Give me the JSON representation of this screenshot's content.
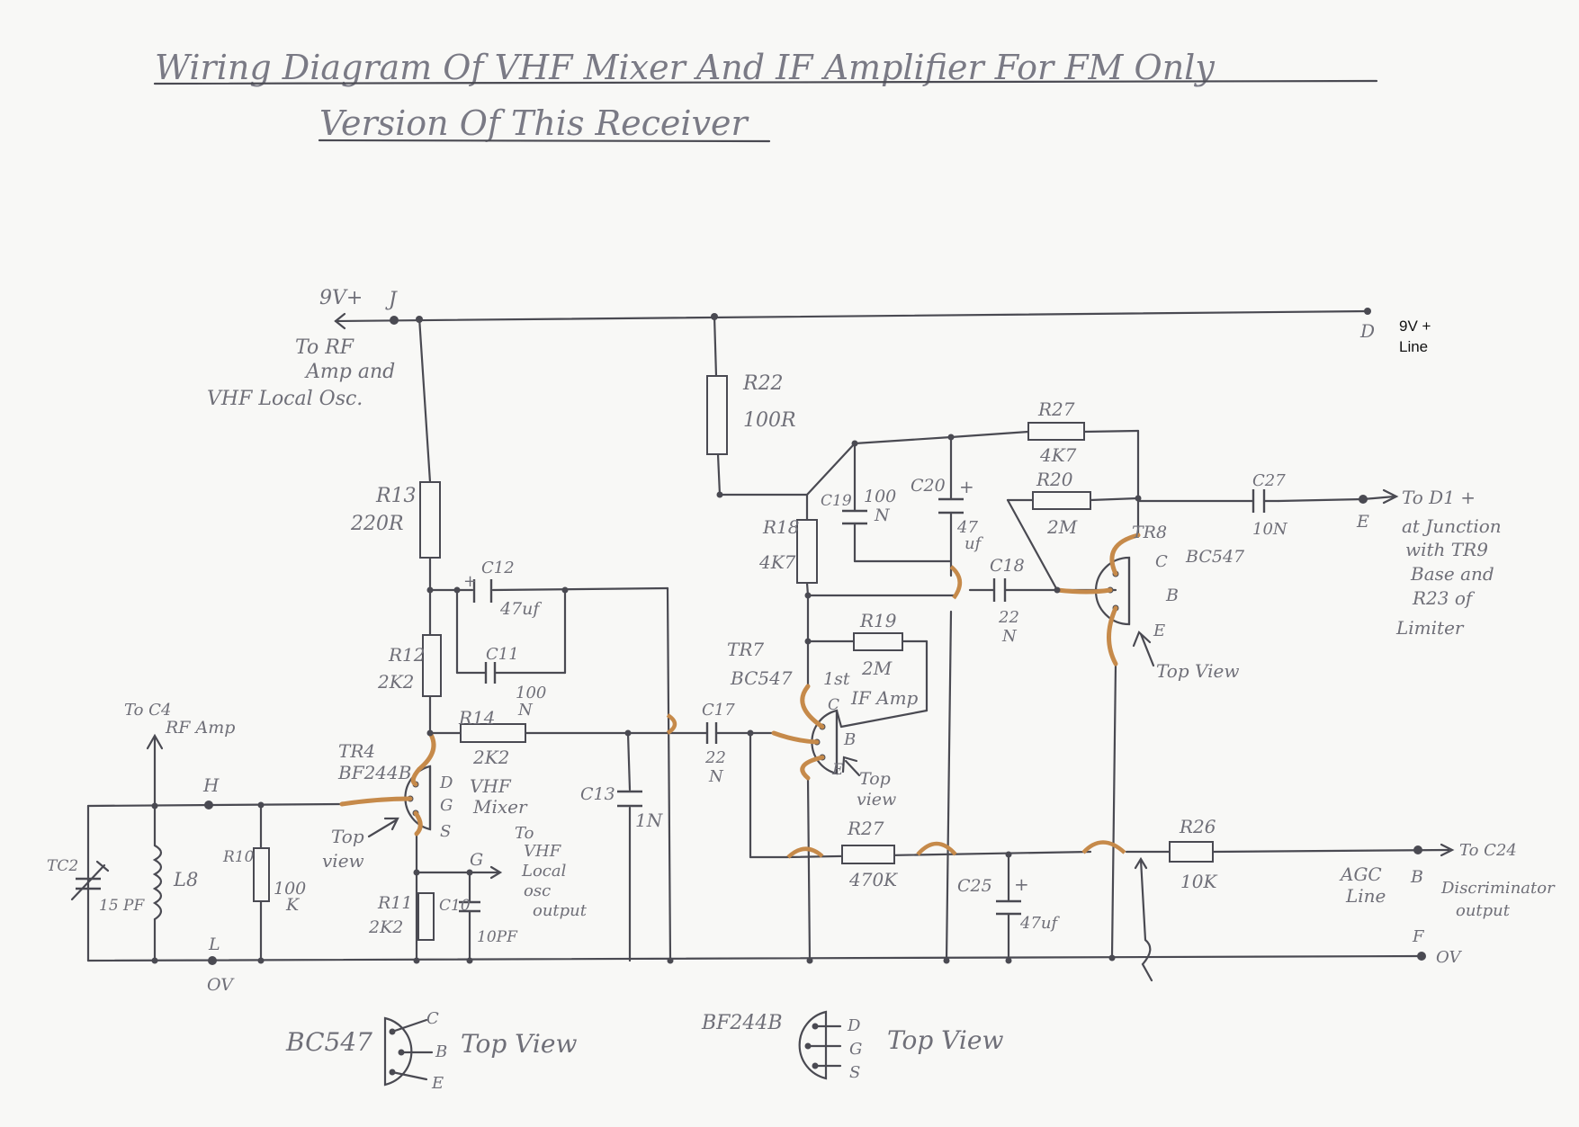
{
  "title": {
    "line1": "Wiring Diagram Of VHF Mixer And IF Amplifier For FM Only",
    "line2": "Version Of This Receiver"
  },
  "supply": {
    "v9_label": "9V+",
    "node_j": "J",
    "to_rf_1": "To RF",
    "to_rf_2": "Amp and",
    "to_rf_3": "VHF Local Osc.",
    "node_d": "D",
    "line_label_1": "9V +",
    "line_label_2": "Line"
  },
  "components": {
    "r22": {
      "ref": "R22",
      "value": "100R"
    },
    "r13": {
      "ref": "R13",
      "value": "220R"
    },
    "r12": {
      "ref": "R12",
      "value": "2K2"
    },
    "r14": {
      "ref": "R14",
      "value": "2K2"
    },
    "r10": {
      "ref": "R10",
      "value_1": "100",
      "value_2": "K"
    },
    "r11": {
      "ref": "R11",
      "value": "2K2"
    },
    "r18": {
      "ref": "R18",
      "value": "4K7"
    },
    "r19": {
      "ref": "R19",
      "value": "2M"
    },
    "r27_top": {
      "ref": "R27",
      "value": "4K7"
    },
    "r20": {
      "ref": "R20",
      "value": "2M"
    },
    "r27_bottom": {
      "ref": "R27",
      "value": "470K"
    },
    "r26": {
      "ref": "R26",
      "value": "10K"
    },
    "c12": {
      "ref": "C12",
      "value": "47uf",
      "plus": "+"
    },
    "c11": {
      "ref": "C11",
      "value_1": "100",
      "value_2": "N"
    },
    "c13": {
      "ref": "C13",
      "value": "1N"
    },
    "c10": {
      "ref": "C10",
      "value": "10PF"
    },
    "c17": {
      "ref": "C17",
      "value_1": "22",
      "value_2": "N"
    },
    "c19": {
      "ref": "C19",
      "value_1": "100",
      "value_2": "N"
    },
    "c20": {
      "ref": "C20",
      "value_1": "47",
      "value_2": "uf",
      "plus": "+"
    },
    "c18": {
      "ref": "C18",
      "value_1": "22",
      "value_2": "N"
    },
    "c27": {
      "ref": "C27",
      "value": "10N"
    },
    "c25": {
      "ref": "C25",
      "value": "47uf",
      "plus": "+"
    },
    "tc2": {
      "ref": "TC2",
      "value": "15 PF"
    },
    "l8": {
      "ref": "L8"
    }
  },
  "transistors": {
    "tr4": {
      "ref": "TR4",
      "type": "BF244B",
      "pin_d": "D",
      "pin_g": "G",
      "pin_s": "S",
      "function_1": "VHF",
      "function_2": "Mixer",
      "view_1": "Top",
      "view_2": "view"
    },
    "tr7": {
      "ref": "TR7",
      "type": "BC547",
      "pin_c": "C",
      "pin_b": "B",
      "pin_e": "E",
      "function_1": "1st",
      "function_2": "IF Amp",
      "view_1": "Top",
      "view_2": "view"
    },
    "tr8": {
      "ref": "TR8",
      "type": "BC547",
      "pin_c": "C",
      "pin_b": "B",
      "pin_e": "E",
      "view": "Top View"
    }
  },
  "connections": {
    "to_c4_1": "To C4",
    "to_c4_2": "RF Amp",
    "node_h": "H",
    "node_g": "G",
    "to_vhf_1": "To",
    "to_vhf_2": "VHF",
    "to_vhf_3": "Local",
    "to_vhf_4": "osc",
    "to_vhf_5": "output",
    "node_l": "L",
    "ov_left": "OV",
    "node_e": "E",
    "to_d1_1": "To D1 +",
    "to_d1_2": "at Junction",
    "to_d1_3": "with TR9",
    "to_d1_4": "Base and",
    "to_d1_5": "R23 of",
    "to_d1_6": "Limiter",
    "agc_1": "AGC",
    "agc_2": "Line",
    "node_b": "B",
    "to_c24": "To C24",
    "disc_1": "Discriminator",
    "disc_2": "output",
    "node_f": "F",
    "ov_right": "OV"
  },
  "pinouts": {
    "bc547": {
      "label": "BC547",
      "pin_c": "C",
      "pin_b": "B",
      "pin_e": "E",
      "view": "Top View"
    },
    "bf244b": {
      "label": "BF244B",
      "pin_d": "D",
      "pin_g": "G",
      "pin_s": "S",
      "view": "Top View"
    }
  }
}
